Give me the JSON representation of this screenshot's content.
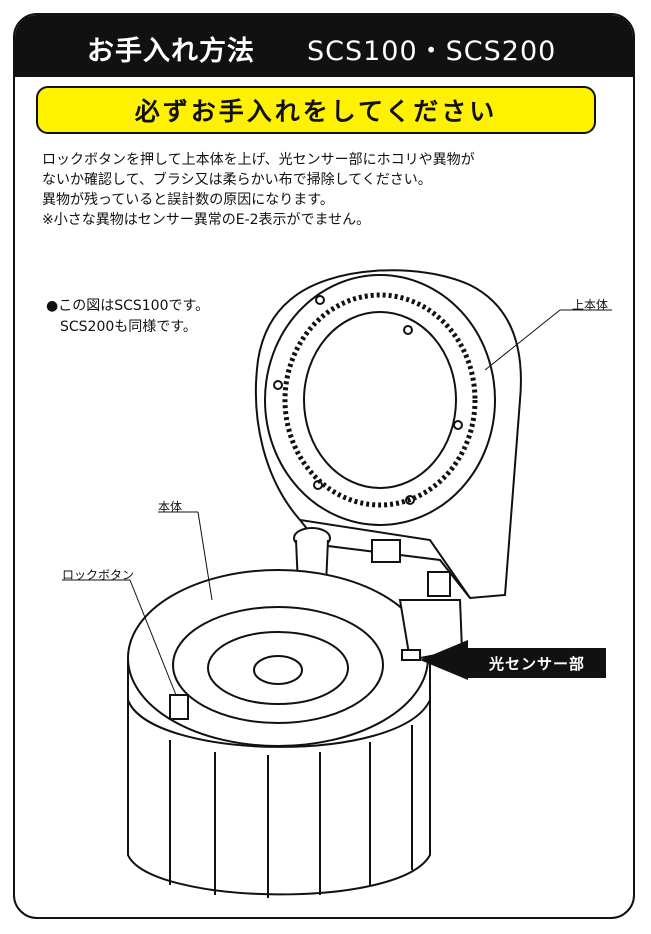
{
  "header": {
    "title": "お手入れ方法",
    "models": "SCS100・SCS200"
  },
  "banner": {
    "text": "必ずお手入れをしてください"
  },
  "instructions": {
    "lines": [
      "ロックボタンを押して上本体を上げ、光センサー部にホコリや異物が",
      "ないか確認して、ブラシ又は柔らかい布で掃除してください。",
      "異物が残っていると誤計数の原因になります。",
      "※小さな異物はセンサー異常のE-2表示がでません。"
    ]
  },
  "figure_note": {
    "lines": [
      "●この図はSCS100です。",
      "　SCS200も同様です。"
    ]
  },
  "labels": {
    "upper_body": "上本体",
    "main_body": "本体",
    "lock_button": "ロックボタン",
    "optical_sensor": "光センサー部"
  }
}
